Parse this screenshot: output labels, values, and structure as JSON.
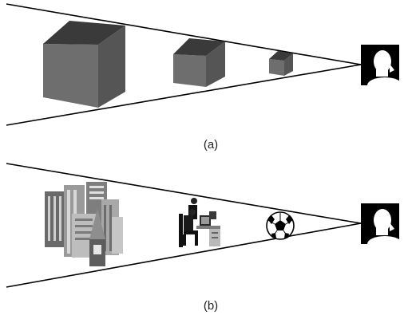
{
  "panels": {
    "a": {
      "label": "(a)"
    },
    "b": {
      "label": "(b)"
    }
  },
  "objects": {
    "a": [
      "large-cube",
      "medium-cube",
      "small-cube"
    ],
    "b": [
      "city-buildings",
      "people-at-desk",
      "soccer-ball"
    ]
  },
  "viewer_icon": "head-silhouette-icon"
}
